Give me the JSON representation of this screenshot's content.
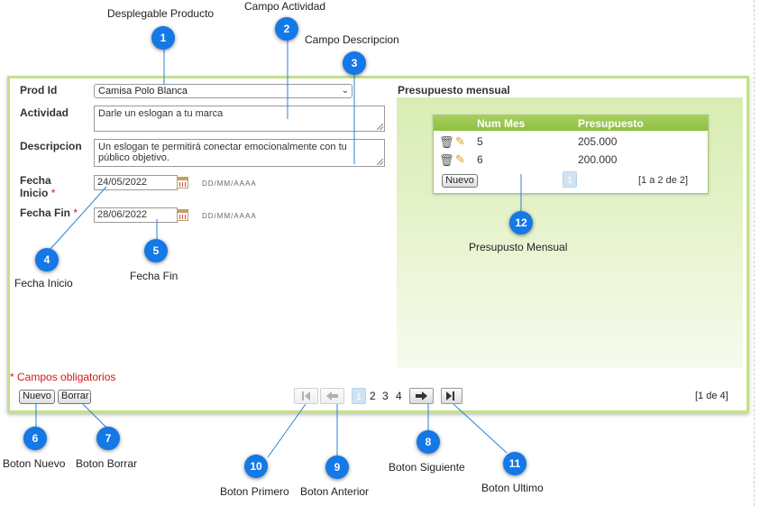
{
  "form": {
    "prod_label": "Prod Id",
    "prod_value": "Camisa Polo Blanca",
    "actividad_label": "Actividad",
    "actividad_value": "Darle un eslogan a tu marca",
    "descripcion_label": "Descripcion",
    "descripcion_value": "Un eslogan te permitirá conectar emocionalmente con tu público objetivo.",
    "fecha_inicio_label_1": "Fecha",
    "fecha_inicio_label_2": "Inicio",
    "fecha_inicio_value": "24/05/2022",
    "fecha_fin_label": "Fecha Fin",
    "fecha_fin_value": "28/06/2022",
    "date_format": "DD/MM/AAAA",
    "required_mark": "*",
    "required_note": "* Campos obligatorios"
  },
  "presupuesto": {
    "title": "Presupuesto mensual",
    "columns": [
      "Num Mes",
      "Presupuesto"
    ],
    "rows": [
      {
        "mes": "5",
        "presupuesto": "205.000"
      },
      {
        "mes": "6",
        "presupuesto": "200.000"
      }
    ],
    "new_button": "Nuevo",
    "page": "1",
    "range": "[1 a 2 de 2]"
  },
  "toolbar": {
    "new_button": "Nuevo",
    "delete_button": "Borrar",
    "pages": [
      "1",
      "2",
      "3",
      "4"
    ],
    "page_info": "[1 de 4]"
  },
  "callouts": {
    "c1": {
      "num": "1",
      "text": "Desplegable Producto"
    },
    "c2": {
      "num": "2",
      "text": "Campo Actividad"
    },
    "c3": {
      "num": "3",
      "text": "Campo Descripcion"
    },
    "c4": {
      "num": "4",
      "text": "Fecha Inicio"
    },
    "c5": {
      "num": "5",
      "text": "Fecha Fin"
    },
    "c6": {
      "num": "6",
      "text": "Boton Nuevo"
    },
    "c7": {
      "num": "7",
      "text": "Boton Borrar"
    },
    "c8": {
      "num": "8",
      "text": "Boton Siguiente"
    },
    "c9": {
      "num": "9",
      "text": "Boton Anterior"
    },
    "c10": {
      "num": "10",
      "text": "Boton Primero"
    },
    "c11": {
      "num": "11",
      "text": "Boton Ultimo"
    },
    "c12": {
      "num": "12",
      "text": "Presupusto Mensual"
    }
  },
  "colors": {
    "accent": "#1478e6",
    "panel_border": "#c5df8e",
    "header_green": "#8fc040",
    "required": "#d01818"
  }
}
